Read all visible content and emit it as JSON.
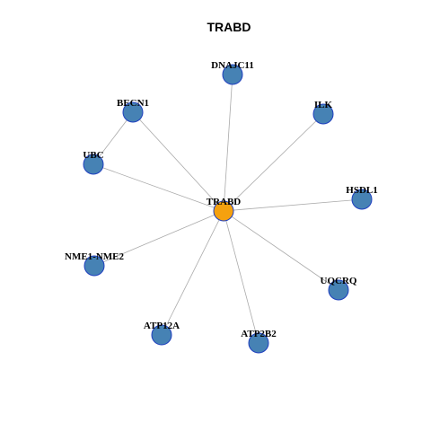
{
  "title": "TRABD",
  "colors": {
    "center_node": "#f5a10f",
    "neighbor_node": "#4682b4",
    "node_border": "#1f3fbf",
    "edge": "#aaaaaa"
  },
  "center": {
    "id": "TRABD",
    "label": "TRABD"
  },
  "neighbors": [
    {
      "id": "DNAJC11",
      "label": "DNAJC11"
    },
    {
      "id": "ILK",
      "label": "ILK"
    },
    {
      "id": "BECN1",
      "label": "BECN1"
    },
    {
      "id": "UBC",
      "label": "UBC"
    },
    {
      "id": "HSDL1",
      "label": "HSDL1"
    },
    {
      "id": "NME1-NME2",
      "label": "NME1-NME2"
    },
    {
      "id": "UQCRQ",
      "label": "UQCRQ"
    },
    {
      "id": "ATP12A",
      "label": "ATP12A"
    },
    {
      "id": "ATP2B2",
      "label": "ATP2B2"
    }
  ],
  "edges": [
    [
      "TRABD",
      "DNAJC11"
    ],
    [
      "TRABD",
      "ILK"
    ],
    [
      "TRABD",
      "BECN1"
    ],
    [
      "TRABD",
      "UBC"
    ],
    [
      "TRABD",
      "HSDL1"
    ],
    [
      "TRABD",
      "NME1-NME2"
    ],
    [
      "TRABD",
      "UQCRQ"
    ],
    [
      "TRABD",
      "ATP12A"
    ],
    [
      "TRABD",
      "ATP2B2"
    ],
    [
      "BECN1",
      "UBC"
    ]
  ]
}
